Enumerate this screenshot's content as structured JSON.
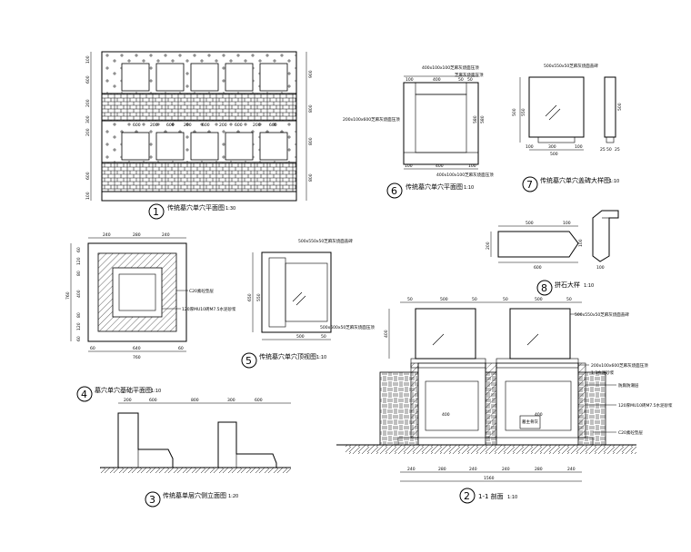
{
  "drawings": {
    "d1": {
      "num": "1",
      "title": "传统墓穴单穴平面图",
      "scale": "1:30",
      "left_dims": [
        "100",
        "600",
        "200",
        "300",
        "200",
        "600",
        "100"
      ],
      "right_dims": [
        "900",
        "800",
        "800",
        "800"
      ],
      "mid_dims": [
        "600",
        "200",
        "600",
        "200",
        "600",
        "200",
        "600",
        "200",
        "600"
      ]
    },
    "d6": {
      "num": "6",
      "title": "传统墓穴单穴平面图",
      "scale": "1:10",
      "note_top": "400x100x100芝麻灰烧面压顶",
      "note_top2": "芝麻灰烧面压顶",
      "note_left": "200x100x600芝麻灰烧面压顶",
      "note_bottom": "400x100x100芝麻灰烧面压顶",
      "dims_top": [
        "100",
        "400",
        "50",
        "50"
      ],
      "dims_right": [
        "580",
        "580"
      ],
      "dims_bottom": [
        "100",
        "400",
        "100"
      ]
    },
    "d7": {
      "num": "7",
      "title": "传统墓穴单穴盖碑大样图",
      "scale": "1:10",
      "note_top": "500x550x50芝麻灰烧面盖碑",
      "dims_left": [
        "500",
        "550"
      ],
      "dims_bottom": [
        "100",
        "300",
        "100"
      ],
      "dims_bottom2": [
        "500"
      ],
      "dims_side": [
        "500"
      ],
      "dims_side_bottom": [
        "25",
        "50",
        "25"
      ]
    },
    "d4": {
      "num": "4",
      "title": "墓穴单穴基础平面图",
      "scale": "1:10",
      "dims_top": [
        "240",
        "280",
        "240"
      ],
      "dims_left": [
        "60",
        "120",
        "80",
        "400",
        "80",
        "120",
        "60"
      ],
      "dims_left_total": "760",
      "dims_bottom": [
        "60",
        "640",
        "60"
      ],
      "dims_bottom_total": "760",
      "note1": "C20素砼垫层",
      "note2": "120厚MU10砖M7.5水泥砂浆"
    },
    "d5": {
      "num": "5",
      "title": "传统墓穴单穴顶视图",
      "scale": "1:10",
      "note_top": "500x550x50芝麻灰烧面盖碑",
      "note_bottom": "500x600x50芝麻灰烧面压顶",
      "dims_left": [
        "650",
        "550"
      ],
      "dims_bottom": [
        "500",
        "50"
      ]
    },
    "d8": {
      "num": "8",
      "title": "拼石大样",
      "scale": "1:10",
      "dims_top": [
        "500",
        "100"
      ],
      "dims_right": [
        "100"
      ],
      "dims_left": [
        "200"
      ],
      "dims_bottom": [
        "600"
      ],
      "dims_side": [
        "100"
      ]
    },
    "d3": {
      "num": "3",
      "title": "传统墓单层穴侧立面图",
      "scale": "1:20",
      "dims_top": [
        "200",
        "600",
        "800",
        "300",
        "600"
      ]
    },
    "d2": {
      "num": "2",
      "title": "1-1 剖面",
      "scale": "1:10",
      "dims_top": [
        "50",
        "500",
        "50",
        "50",
        "500",
        "50"
      ],
      "dims_left": [
        "400"
      ],
      "label_mid": [
        "400",
        "400"
      ],
      "label_hole": "墓主骨灰",
      "notes": [
        "500x550x50芝麻灰烧面盖碑",
        "200x100x600芝麻灰烧面压顶",
        "1:3水泥砂浆",
        "防腐防潮层",
        "120厚MU10砖M7.5水泥砂浆",
        "C20素砼垫层"
      ],
      "dims_bottom": [
        "240",
        "280",
        "240",
        "240",
        "280",
        "240"
      ],
      "dims_total": "1560"
    }
  }
}
